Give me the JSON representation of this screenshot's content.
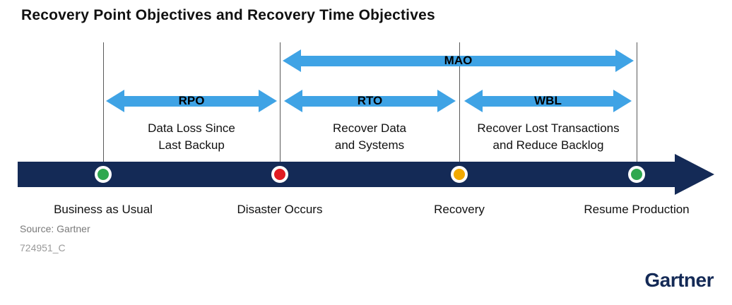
{
  "title": "Recovery Point Objectives and Recovery Time Objectives",
  "colors": {
    "arrow_blue": "#3FA3E5",
    "navy": "#142A56",
    "dot_green": "#2FA84F",
    "dot_red": "#E11B22",
    "dot_amber": "#F2A900",
    "line_gray": "#5a5a5a"
  },
  "diagram": {
    "mao": {
      "label": "MAO"
    },
    "spans": [
      {
        "label": "RPO",
        "description": "Data Loss Since\nLast Backup"
      },
      {
        "label": "RTO",
        "description": "Recover Data\nand Systems"
      },
      {
        "label": "WBL",
        "description": "Recover Lost Transactions\nand Reduce Backlog"
      }
    ],
    "milestones": [
      {
        "label": "Business as Usual",
        "dot_color": "#2FA84F"
      },
      {
        "label": "Disaster Occurs",
        "dot_color": "#E11B22"
      },
      {
        "label": "Recovery",
        "dot_color": "#F2A900"
      },
      {
        "label": "Resume Production",
        "dot_color": "#2FA84F"
      }
    ]
  },
  "footer": {
    "source": "Source: Gartner",
    "doc_id": "724951_C",
    "logo": "Gartner"
  }
}
